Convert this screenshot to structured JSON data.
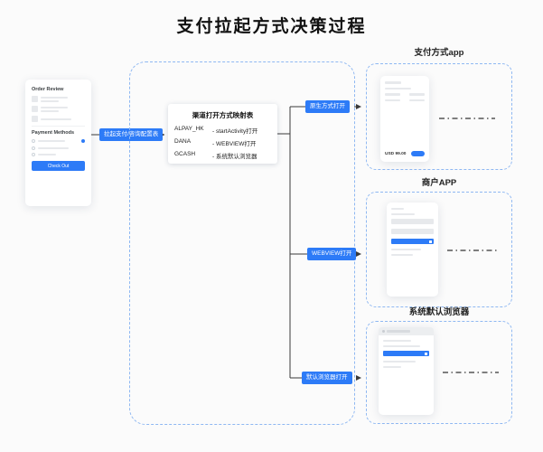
{
  "title": "支付拉起方式决策过程",
  "colors": {
    "accent": "#2d7bf7",
    "dash_border": "#8fb8f2",
    "connector": "#3a3a3a"
  },
  "left_phone": {
    "order_review_label": "Order Review",
    "payment_methods_label": "Payment Methods",
    "checkout_label": "Check Out"
  },
  "flow": {
    "start_badge_label": "拉起支付/咨询配置表",
    "mapping_table": {
      "title": "渠道打开方式映射表",
      "rows": [
        {
          "channel": "ALPAY_HK",
          "method": "- startActivity打开"
        },
        {
          "channel": "DANA",
          "method": "- WEBVIEW打开"
        },
        {
          "channel": "GCASH",
          "method": "- 系统默认浏览器"
        }
      ]
    },
    "branch_badges": [
      {
        "label": "原生方式打开"
      },
      {
        "label": "WEBVIEW打开"
      },
      {
        "label": "默认浏览器打开"
      }
    ]
  },
  "right_panels": [
    {
      "label": "支付方式app",
      "price": "USD 99.00"
    },
    {
      "label": "商户APP"
    },
    {
      "label": "系统默认浏览器"
    }
  ]
}
